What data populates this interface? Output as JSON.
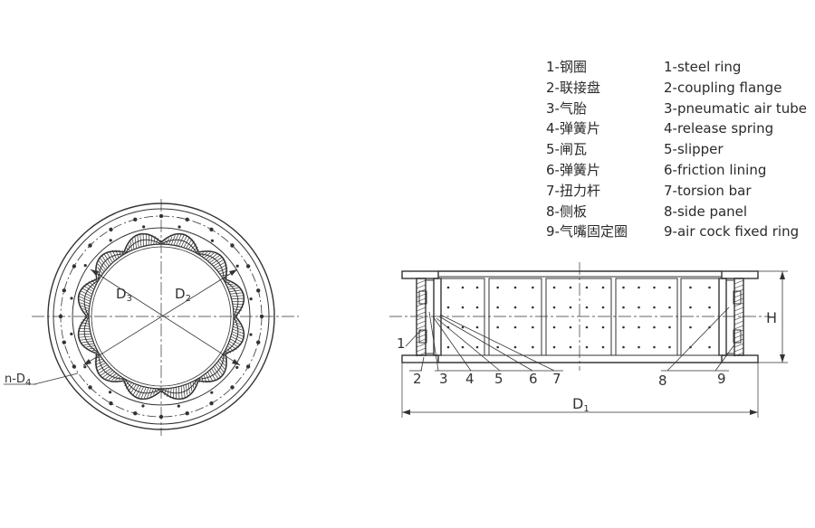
{
  "legend": [
    {
      "zh": "1-钢圈",
      "en": "1-steel  ring"
    },
    {
      "zh": "2-联接盘",
      "en": "2-coupling flange"
    },
    {
      "zh": "3-气胎",
      "en": "3-pneumatic air tube"
    },
    {
      "zh": "4-弹簧片",
      "en": "4-release spring"
    },
    {
      "zh": "5-闸瓦",
      "en": "5-slipper"
    },
    {
      "zh": "6-弹簧片",
      "en": "6-friction lining"
    },
    {
      "zh": "7-扭力杆",
      "en": "7-torsion bar"
    },
    {
      "zh": "8-侧板",
      "en": "8-side panel"
    },
    {
      "zh": "9-气嘴固定圈",
      "en": "9-air cock fixed ring"
    }
  ],
  "front_view": {
    "d3_label": "D3",
    "d2_label": "D2",
    "d4_label": "n-D4"
  },
  "side_view": {
    "h_label": "H",
    "d1_label": "D1",
    "part_numbers": [
      "1",
      "2",
      "3",
      "4",
      "5",
      "6",
      "7",
      "8",
      "9"
    ]
  },
  "colors": {
    "line": "#333333",
    "background": "#ffffff"
  }
}
